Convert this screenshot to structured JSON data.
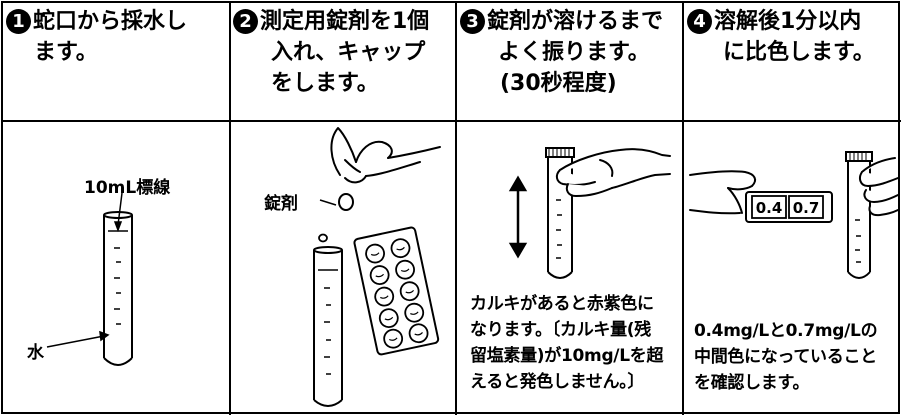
{
  "steps": [
    {
      "number": "1",
      "heading_lines": [
        "蛇口から採水し",
        "ます。"
      ],
      "labels": {
        "mark": "10mL標線",
        "water": "水"
      }
    },
    {
      "number": "2",
      "heading_lines": [
        "測定用錠剤を1個",
        "入れ、キャップ",
        "をします。"
      ],
      "labels": {
        "tablet": "錠剤"
      }
    },
    {
      "number": "3",
      "heading_lines": [
        "錠剤が溶けるまで",
        "よく振ります。",
        "(30秒程度)"
      ],
      "note_lines": [
        "カルキがあると赤紫色に",
        "なります。〔カルキ量(残",
        "留塩素量)が10mg/Lを超",
        "えると発色しません。〕"
      ]
    },
    {
      "number": "4",
      "heading_lines": [
        "溶解後1分以内",
        "に比色します。"
      ],
      "chart_values": [
        "0.4",
        "0.7"
      ],
      "note_lines": [
        "0.4mg/Lと0.7mg/Lの",
        "中間色になっていること",
        "を確認します。"
      ]
    }
  ]
}
